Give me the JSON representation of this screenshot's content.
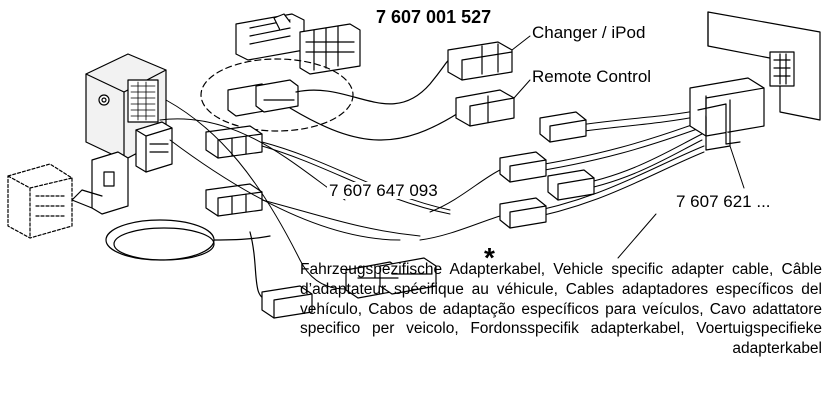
{
  "labels": {
    "main_cable_pn": "7 607 001 527",
    "changer_ipod": "Changer / iPod",
    "remote_control": "Remote Control",
    "adapter_pn": "7 607 647 093",
    "vehicle_adapter_pn": "7 607 621 ..."
  },
  "note": {
    "asterisk": "*",
    "text": "Fahrzeugspezifische Adapterka­bel, Vehicle specific adapter cable, Câble d’adaptateur spécifique au véhicule, Cables adaptadores específicos del vehículo, Cabos de adaptação específicos para veículos, Cavo adattatore specifico per veicolo, Fordonsspecifik adapterkabel, Voertuigspecifieke adapterkabel"
  }
}
